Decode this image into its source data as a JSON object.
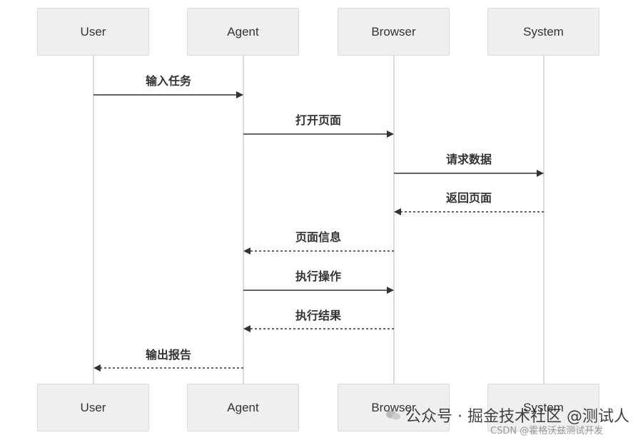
{
  "participants": [
    "User",
    "Agent",
    "Browser",
    "System"
  ],
  "messages": [
    {
      "from": "User",
      "to": "Agent",
      "label": "输入任务",
      "style": "solid"
    },
    {
      "from": "Agent",
      "to": "Browser",
      "label": "打开页面",
      "style": "solid"
    },
    {
      "from": "Browser",
      "to": "System",
      "label": "请求数据",
      "style": "solid"
    },
    {
      "from": "System",
      "to": "Browser",
      "label": "返回页面",
      "style": "dashed"
    },
    {
      "from": "Browser",
      "to": "Agent",
      "label": "页面信息",
      "style": "dashed"
    },
    {
      "from": "Agent",
      "to": "Browser",
      "label": "执行操作",
      "style": "solid"
    },
    {
      "from": "Browser",
      "to": "Agent",
      "label": "执行结果",
      "style": "dashed"
    },
    {
      "from": "Agent",
      "to": "User",
      "label": "输出报告",
      "style": "dashed"
    }
  ],
  "watermark": {
    "main": "公众号 · 掘金技术社区 @测试人",
    "sub": "CSDN @霍格沃兹测试开发"
  },
  "colors": {
    "box_fill": "#efefef",
    "box_border": "#dcdcdc",
    "lifeline": "#cfcfcf",
    "arrow": "#333333"
  }
}
